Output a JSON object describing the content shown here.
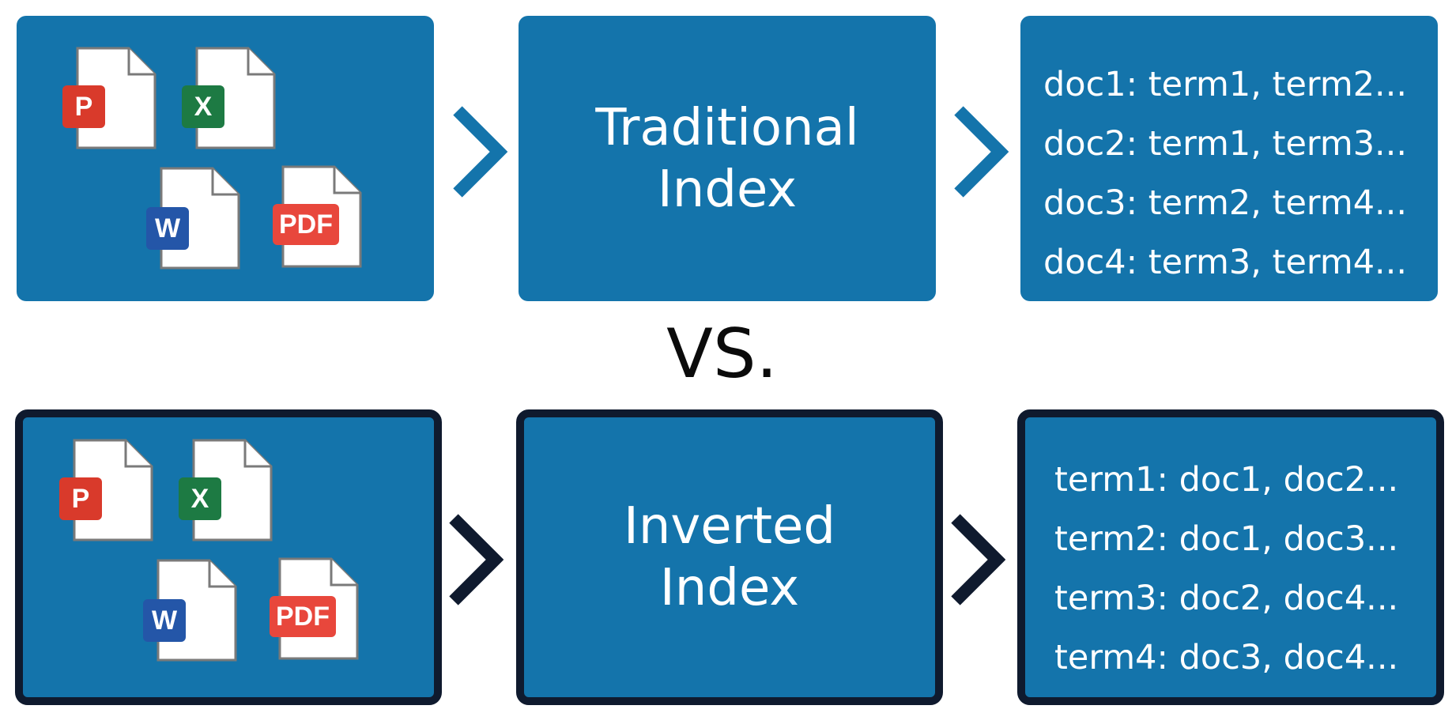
{
  "vs_label": "VS.",
  "top": {
    "index_title": "Traditional\nIndex",
    "entries": [
      "doc1: term1, term2...",
      "doc2: term1, term3...",
      "doc3: term2, term4...",
      "doc4: term3, term4..."
    ]
  },
  "bottom": {
    "index_title": "Inverted\nIndex",
    "entries": [
      "term1: doc1, doc2...",
      "term2: doc1, doc3...",
      "term3: doc2, doc4...",
      "term4: doc3, doc4..."
    ]
  },
  "file_badges": {
    "powerpoint": "P",
    "excel": "X",
    "word": "W",
    "pdf": "PDF"
  },
  "colors": {
    "panel": "#1474ab",
    "outline": "#0f1a2e",
    "top_arrow": "#1474ab",
    "bottom_arrow": "#0f1a2e",
    "powerpoint": "#d93a2b",
    "excel": "#1d7a43",
    "word": "#2456a8",
    "pdf": "#e8473c"
  }
}
